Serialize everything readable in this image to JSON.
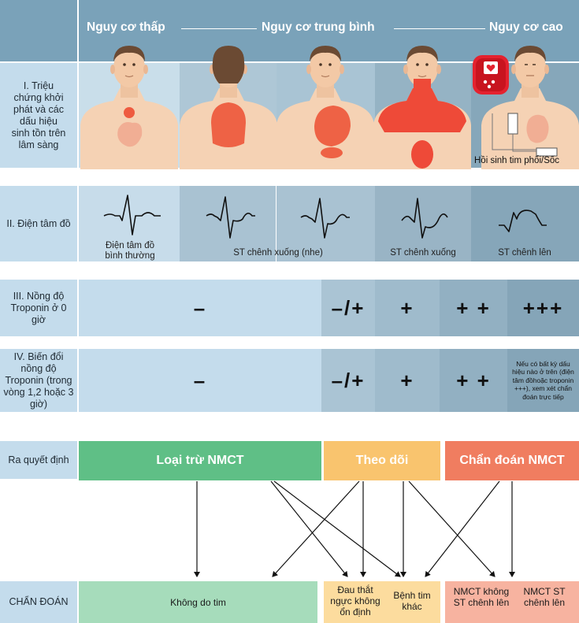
{
  "risk_header": {
    "low": "Nguy cơ thấp",
    "medium": "Nguy cơ trung bình",
    "high": "Nguy cơ cao"
  },
  "rows": {
    "symptoms": "I. Triệu chứng khởi phát và các dấu hiệu sinh tồn trên lâm sàng",
    "ecg": "II. Điện tâm đồ",
    "troponin0": "III. Nồng độ Troponin ở 0 giờ",
    "troponin_change": "IV. Biến đổi nồng độ Troponin (trong vòng 1,2 hoặc 3 giờ)",
    "decision": "Ra quyết định",
    "diagnosis": "CHẨN ĐOÁN"
  },
  "cpr_label": "Hồi sinh tim phổi/Sốc",
  "ecg_labels": {
    "normal": "Điện tâm đồ bình thường",
    "st_depression_mild": "ST chênh xuống (nhe)",
    "st_depression": "ST chênh xuống",
    "st_elevation": "ST chênh lên"
  },
  "troponin0_values": [
    "–",
    "–/+",
    "+",
    "+ +",
    "+++"
  ],
  "troponin_change_values": [
    "–",
    "–/+",
    "+",
    "+ +"
  ],
  "troponin_note": "Nếu có bất kỳ dấu hiệu nào ở trên (điện tâm đồhoặc troponin +++), xem xét chẩn đoán trực tiếp",
  "decisions": {
    "rule_out": "Loại trừ NMCT",
    "observe": "Theo dõi",
    "diagnose": "Chẩn đoán NMCT"
  },
  "diagnoses": {
    "non_cardiac": "Không do tim",
    "unstable_angina": "Đau thắt ngực không ổn định",
    "other_cardiac": "Bệnh tim khác",
    "nstemi": "NMCT không ST chênh lên",
    "stemi": "NMCT ST chênh lên"
  },
  "colors": {
    "header_bg": "#7aa2b9",
    "label_bg": "#c4dcec",
    "rule_out": "#5fbf86",
    "observe": "#f9c46e",
    "diagnose": "#f07d60",
    "rule_out_light": "#a6dcbb",
    "observe_light": "#fcdc9e",
    "diagnose_light": "#f7b3a0"
  }
}
